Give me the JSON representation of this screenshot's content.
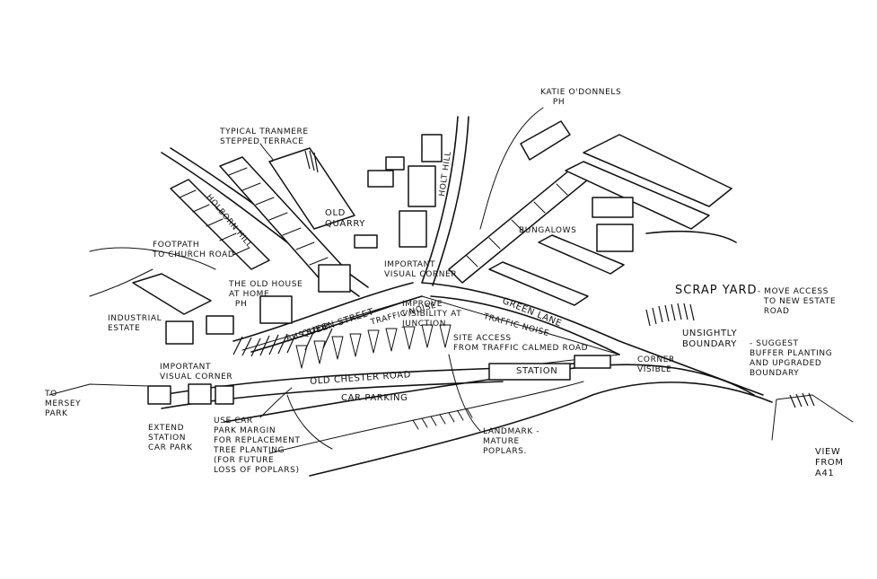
{
  "labels": {
    "katie": "KATIE O'DONNELS\n    PH",
    "terrace": "TYPICAL TRANMERE\nSTEPPED TERRACE",
    "holt_hill": "HOLT HILL",
    "holborn_hill": "HOLBORN HILL",
    "old_quarry": "OLD\nQUARRY",
    "bungalows": "BUNGALOWS",
    "footpath": "FOOTPATH\nTO CHURCH ROAD",
    "old_house": "THE OLD HOUSE\nAT HOME\n  PH",
    "important_corner": "IMPORTANT\nVISUAL CORNER",
    "queen_street": "QUEEN STREET",
    "bus_stop": "BUS STOP",
    "traffic_noise_1": "TRAFFIC NOISE",
    "improve": "IMPROVE\nVISIBILITY AT\nJUNCTION",
    "traffic_noise_2": "TRAFFIC NOISE",
    "green_lane": "GREEN LANE",
    "scrap_yard": "SCRAP YARD",
    "move_access": "- MOVE ACCESS\n  TO NEW ESTATE\n  ROAD",
    "industrial": "INDUSTRIAL\nESTATE",
    "unsightly": "UNSIGHTLY\nBOUNDARY",
    "suggest": "- SUGGEST\nBUFFER PLANTING\nAND UPGRADED\nBOUNDARY",
    "site_access": "SITE ACCESS\nFROM TRAFFIC CALMED ROAD",
    "station": "STATION",
    "corner_visible": "CORNER\nVISIBLE",
    "important_corner_2": "IMPORTANT\nVISUAL CORNER",
    "old_chester": "OLD CHESTER ROAD",
    "to_mersey": "TO\nMERSEY\nPARK",
    "car_parking": "CAR PARKING",
    "extend": "EXTEND\nSTATION\nCAR PARK",
    "use_car_park": "USE CAR\nPARK MARGIN\nFOR REPLACEMENT\nTREE PLANTING\n(FOR FUTURE\nLOSS OF POPLARS)",
    "landmark": "LANDMARK -\nMATURE\nPOPLARS.",
    "view": "VIEW\nFROM\nA41"
  }
}
